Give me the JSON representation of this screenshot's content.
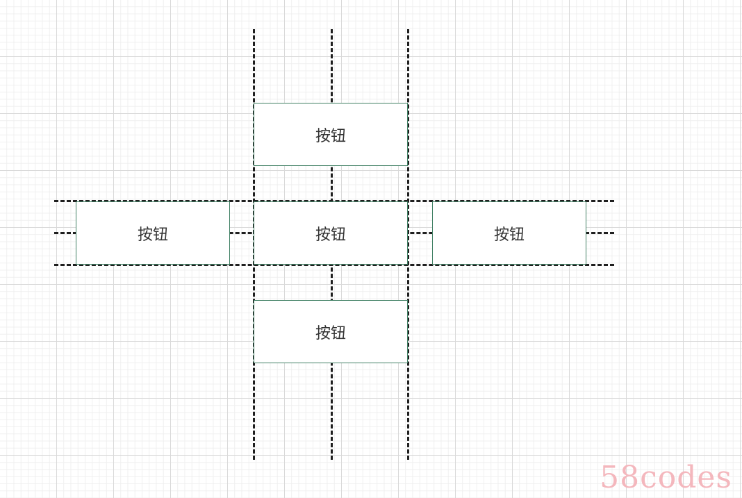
{
  "buttons": {
    "top": {
      "label": "按钮"
    },
    "left": {
      "label": "按钮"
    },
    "center": {
      "label": "按钮"
    },
    "right": {
      "label": "按钮"
    },
    "bottom": {
      "label": "按钮"
    }
  },
  "watermark": "58codes",
  "colors": {
    "button_border": "#3f7f63",
    "guide_line": "#1f1f1f",
    "watermark": "#f4b7bd"
  }
}
